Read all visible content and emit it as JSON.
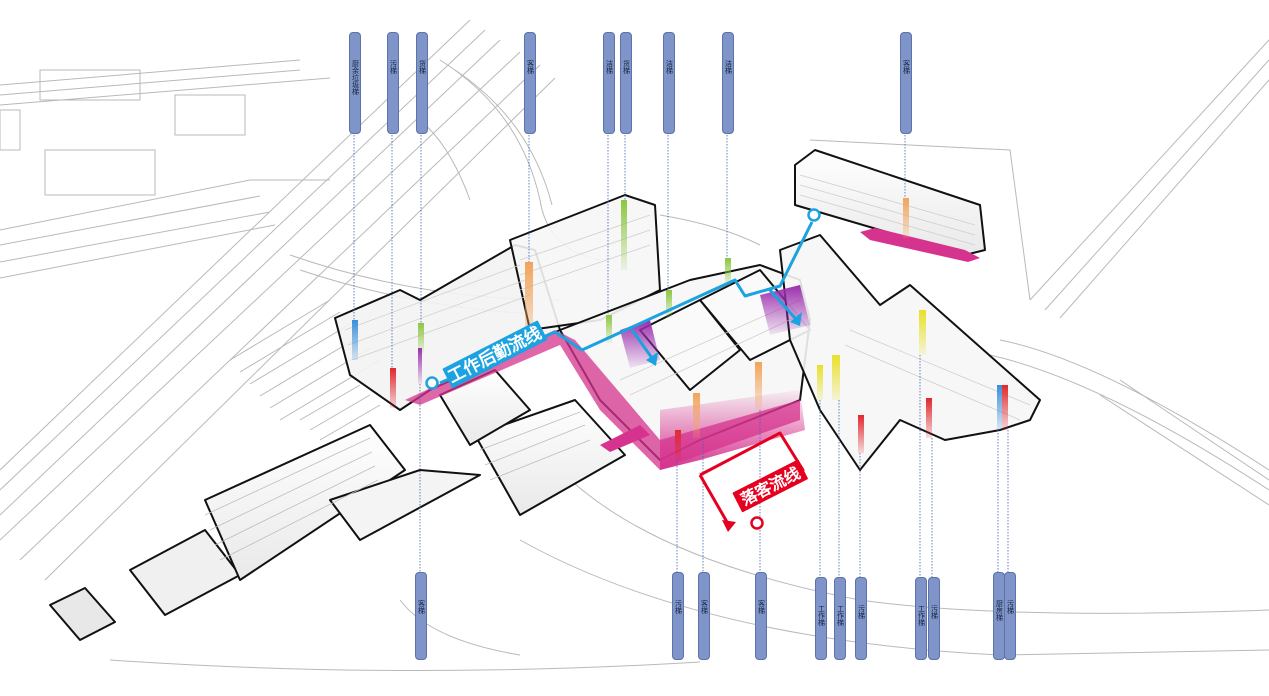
{
  "labels": {
    "staff_flow": "工作后勤流线",
    "visitor_flow": "落客流线"
  },
  "colors": {
    "staff_flow": "#1aa3e0",
    "visitor_flow": "#e60020",
    "service_path": "#d6338e",
    "tag_fill": "#7f95c9"
  },
  "top_tags": [
    "厨余垃圾梯",
    "污梯",
    "货梯",
    "客梯",
    "洁梯",
    "货梯",
    "洁梯",
    "洁梯",
    "客梯"
  ],
  "bottom_tags": [
    "客梯",
    "污梯",
    "客梯",
    "客梯",
    "工作梯",
    "工作梯",
    "污梯",
    "工作梯",
    "污梯",
    "厨房梯",
    "污梯"
  ]
}
